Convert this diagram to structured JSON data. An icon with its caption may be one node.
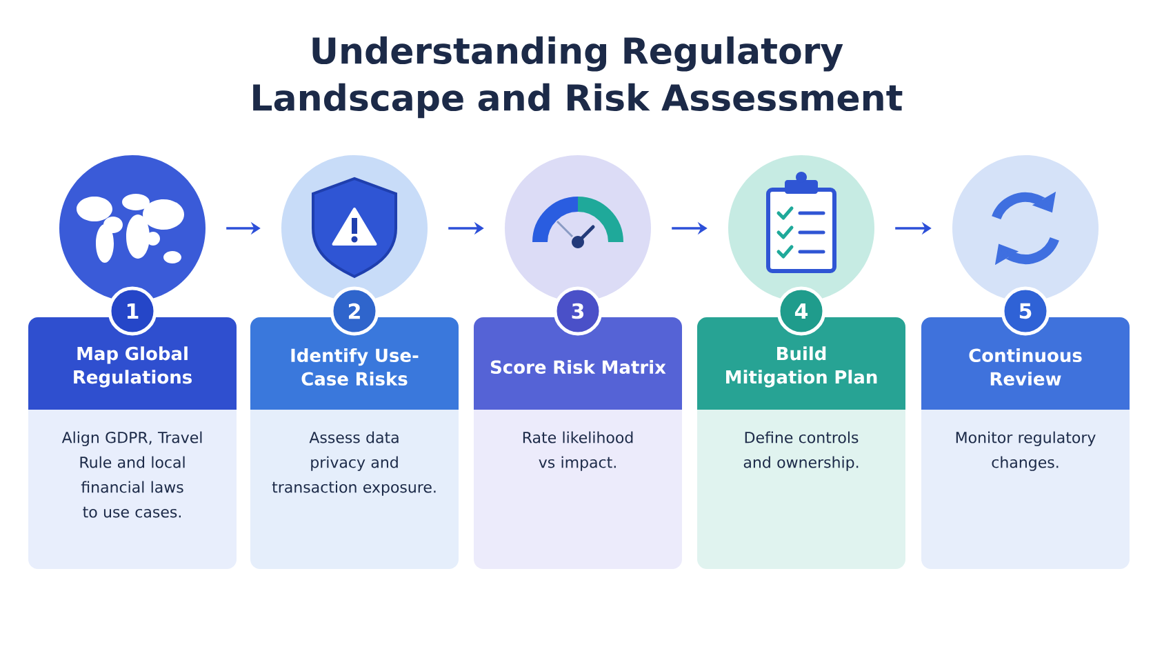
{
  "diagram": {
    "title": "Understanding Regulatory Landscape and Risk Assessment",
    "nodes": [
      {
        "text": [],
        "shape": "circle"
      },
      {
        "text": [
          "1"
        ]
      },
      {
        "text": [
          "Map Global Regulations",
          "Align GDPR, Travel Rule and local financial laws to use cases."
        ]
      },
      {
        "text": [],
        "shape": "circle"
      },
      {
        "text": [
          "2"
        ]
      },
      {
        "text": [
          "Identify Use-Case Risks",
          "Assess data privacy and transaction exposure."
        ]
      },
      {
        "text": [],
        "shape": "circle"
      },
      {
        "text": [
          "3"
        ]
      },
      {
        "text": [
          "Score Risk Matrix",
          "Rate likelihood vs impact."
        ]
      },
      {
        "text": [],
        "shape": "circle"
      },
      {
        "text": [
          "4"
        ]
      },
      {
        "text": [
          "Build Mitigation Plan",
          "Define controls and ownership."
        ]
      },
      {
        "text": [],
        "shape": "circle"
      },
      {
        "text": [
          "5"
        ]
      },
      {
        "text": [
          "Continuous Review",
          "Monitor regulatory changes."
        ]
      }
    ],
    "edges": [
      {
        "from": 0,
        "to": 3,
        "arrow": "to"
      },
      {
        "from": 3,
        "to": 6,
        "arrow": "to"
      },
      {
        "from": 6,
        "to": 9,
        "arrow": "to"
      },
      {
        "from": 9,
        "to": 12,
        "arrow": "to"
      }
    ]
  }
}
